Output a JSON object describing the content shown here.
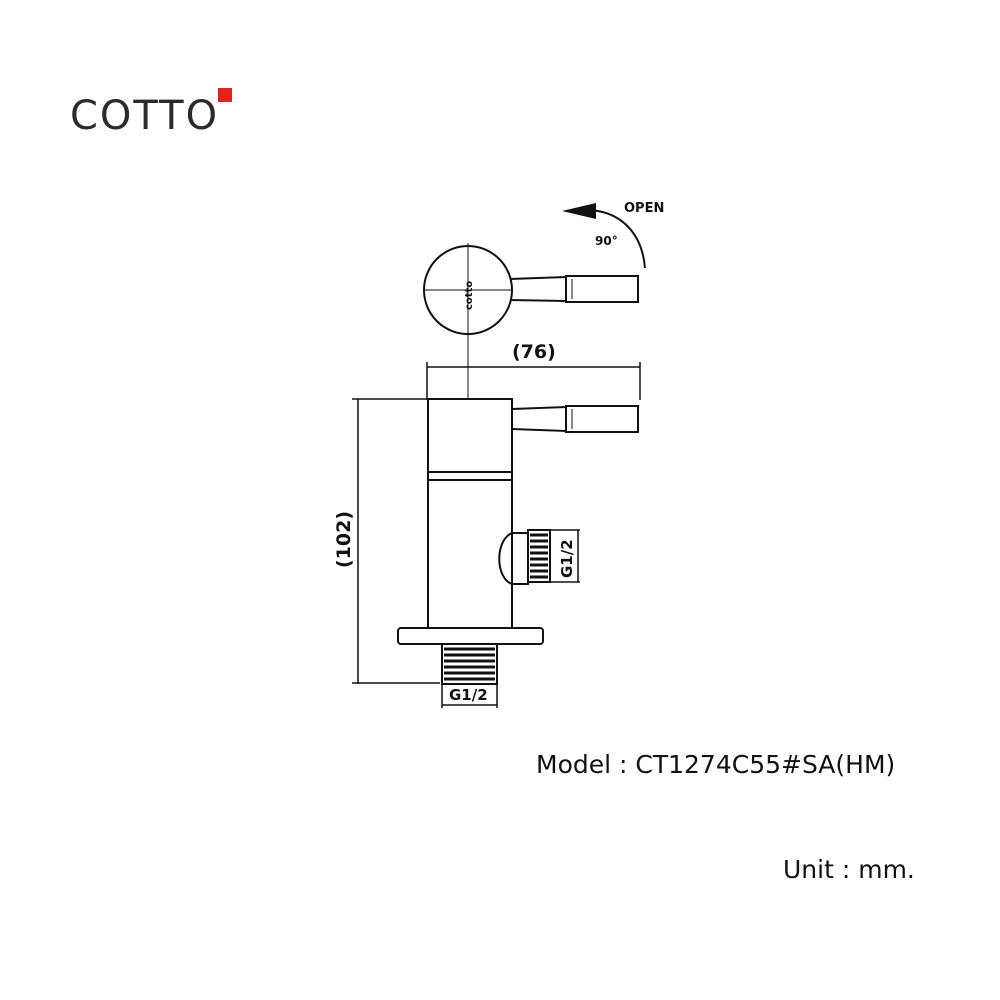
{
  "brand": {
    "name": "COTTO",
    "accent_color": "#e2231a"
  },
  "drawing": {
    "open_label": "OPEN",
    "angle_label": "90°",
    "handle_brand": "cotto",
    "width_dimension": "(76)",
    "height_dimension": "(102)",
    "outlet_thread": "G1/2",
    "inlet_thread": "G1/2"
  },
  "specs": {
    "model_label": "Model :",
    "model_value": "CT1274C55#SA(HM)",
    "unit_label": "Unit :",
    "unit_value": "mm."
  }
}
